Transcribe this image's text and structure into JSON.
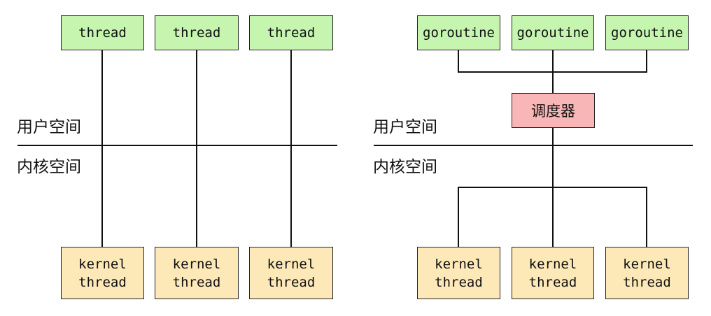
{
  "left": {
    "threads": [
      "thread",
      "thread",
      "thread"
    ],
    "kernel_threads": [
      {
        "line1": "kernel",
        "line2": "thread"
      },
      {
        "line1": "kernel",
        "line2": "thread"
      },
      {
        "line1": "kernel",
        "line2": "thread"
      }
    ],
    "user_space_label": "用户空间",
    "kernel_space_label": "内核空间"
  },
  "right": {
    "goroutines": [
      "goroutine",
      "goroutine",
      "goroutine"
    ],
    "scheduler_label": "调度器",
    "kernel_threads": [
      {
        "line1": "kernel",
        "line2": "thread"
      },
      {
        "line1": "kernel",
        "line2": "thread"
      },
      {
        "line1": "kernel",
        "line2": "thread"
      }
    ],
    "user_space_label": "用户空间",
    "kernel_space_label": "内核空间"
  },
  "colors": {
    "thread_fill": "#c6f5b0",
    "kernel_fill": "#fde8b8",
    "scheduler_fill": "#f8b6b6",
    "line": "#111111"
  }
}
